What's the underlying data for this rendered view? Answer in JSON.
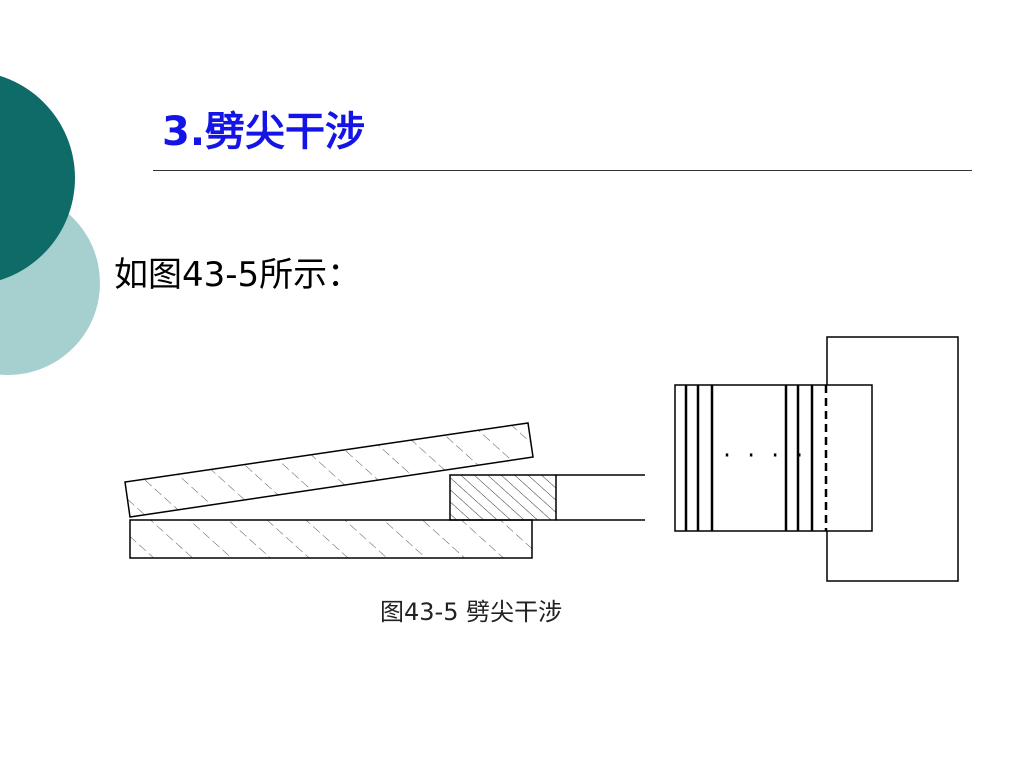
{
  "slide": {
    "title": "3.劈尖干涉",
    "intro": "如图43-5所示：",
    "figure_caption": "图43-5  劈尖干涉",
    "fringe_dots": "· · · ·"
  },
  "colors": {
    "title": "#1414e6",
    "deco_dark": "#0f6b68",
    "deco_light": "#a6cfcf"
  }
}
